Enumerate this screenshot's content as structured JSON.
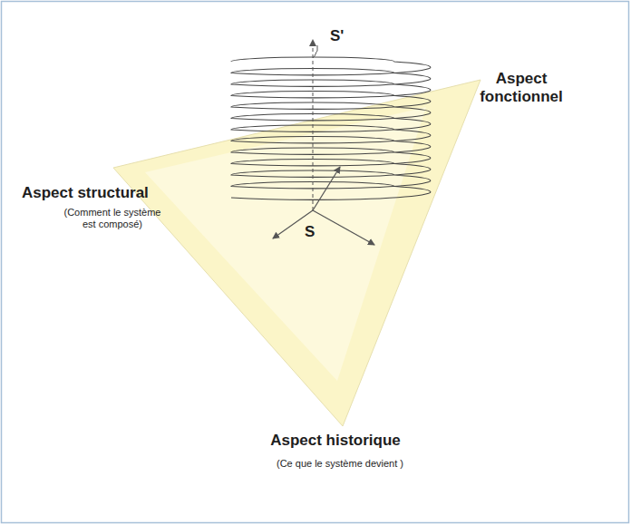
{
  "diagram": {
    "labels": [
      "S'",
      "Aspect fonctionnel",
      "Aspect structural",
      "(Comment le système est composé)",
      "S",
      "Aspect historique",
      "(Ce que le système devient )"
    ]
  }
}
